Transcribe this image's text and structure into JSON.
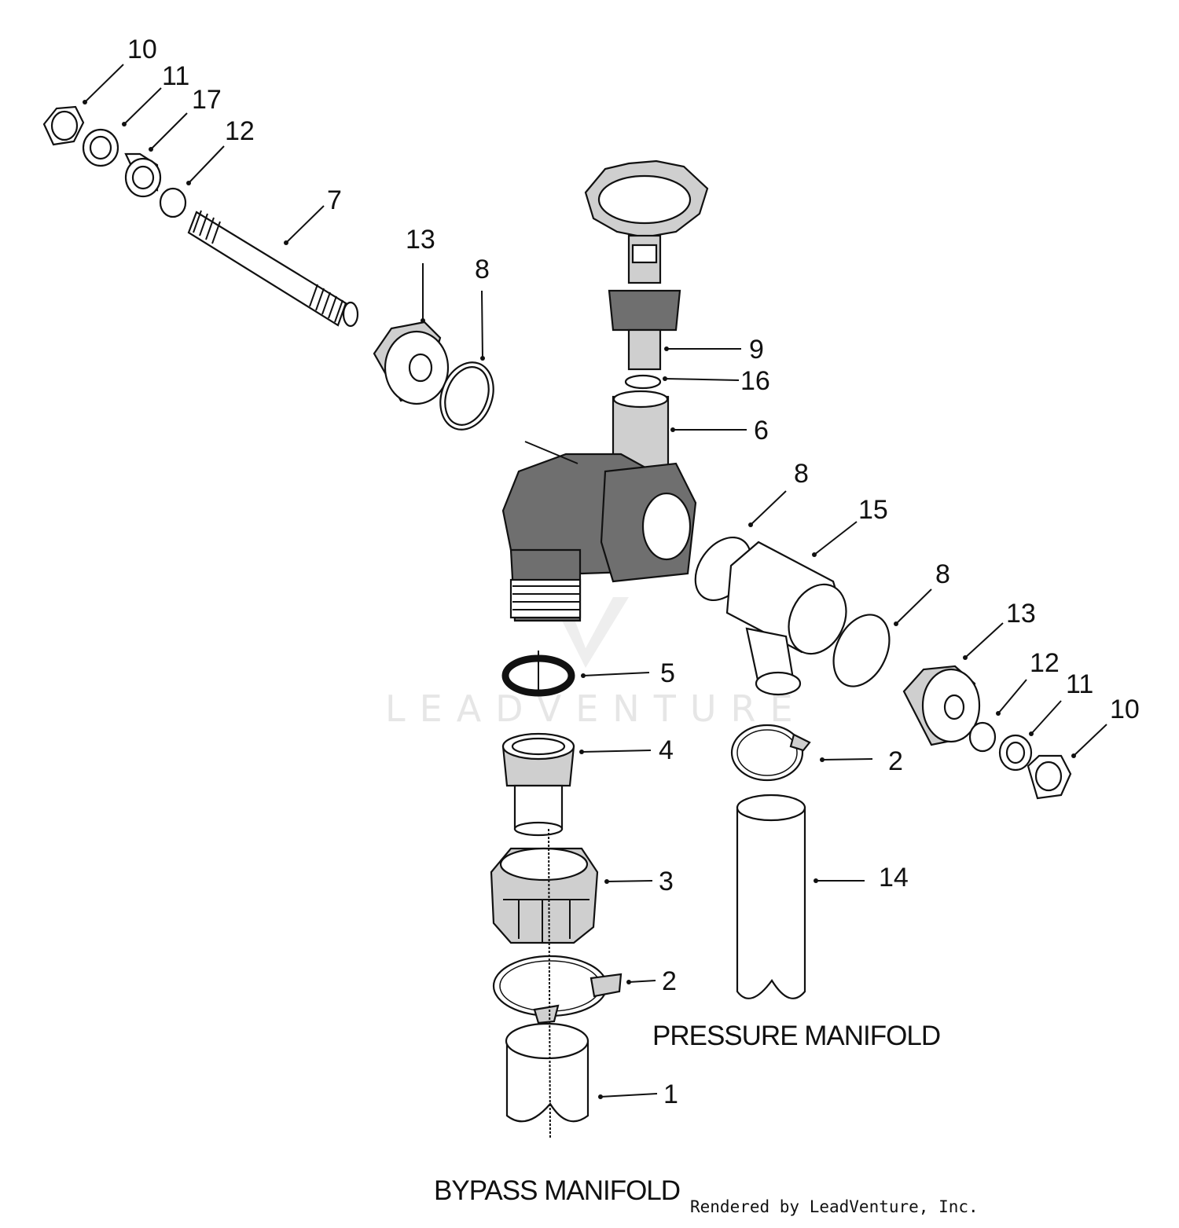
{
  "labels": {
    "l10a": "10",
    "l11a": "11",
    "l17": "17",
    "l12a": "12",
    "l7": "7",
    "l13a": "13",
    "l8a": "8",
    "l9": "9",
    "l16": "16",
    "l6": "6",
    "l8b": "8",
    "l15": "15",
    "l8c": "8",
    "l13b": "13",
    "l12b": "12",
    "l11b": "11",
    "l10b": "10",
    "l5": "5",
    "l4": "4",
    "l2a": "2",
    "l3": "3",
    "l14": "14",
    "l2b": "2",
    "l1": "1"
  },
  "titles": {
    "pressure": "PRESSURE MANIFOLD",
    "bypass": "BYPASS MANIFOLD"
  },
  "watermark": "LEADVENTURE",
  "footer": "Rendered by LeadVenture, Inc."
}
